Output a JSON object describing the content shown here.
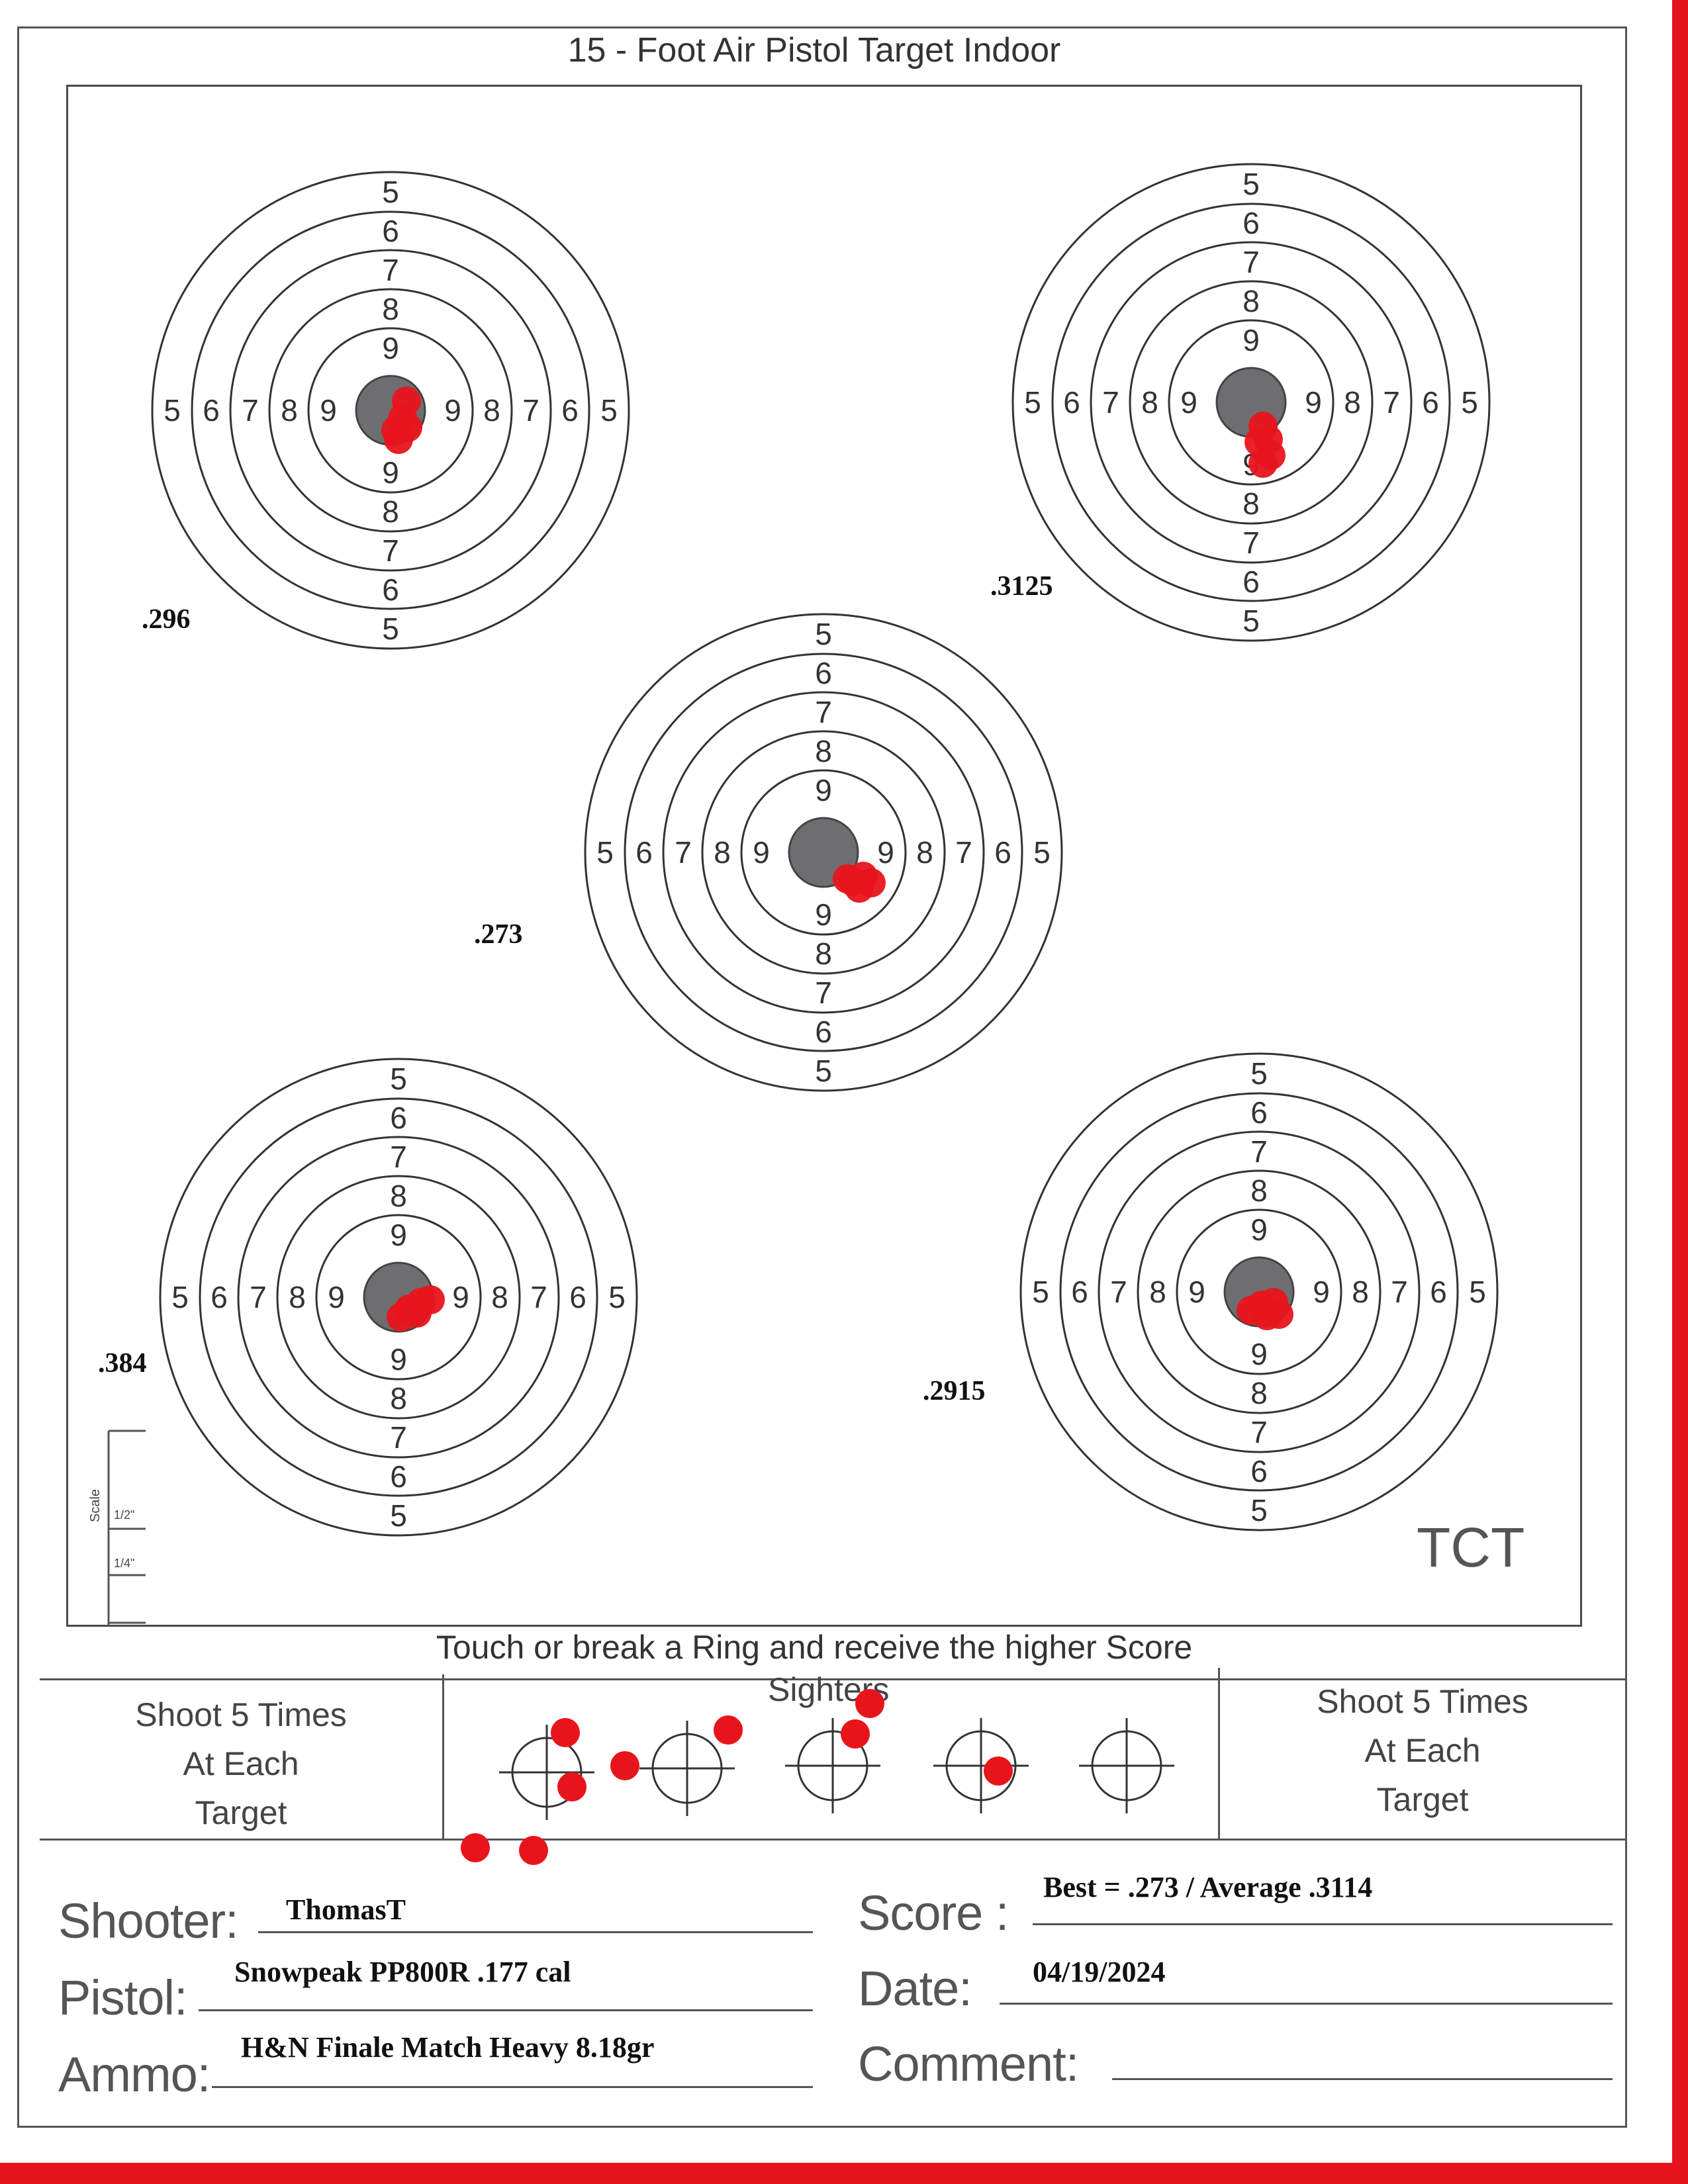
{
  "header": {
    "title": "15 - Foot Air Pistol Target Indoor"
  },
  "rings": {
    "vertical_top": [
      "5",
      "6",
      "7",
      "8",
      "9"
    ],
    "horizontal": [
      "5",
      "6",
      "7",
      "8",
      "9",
      "9",
      "8",
      "7",
      "6",
      "5"
    ],
    "vertical_bottom": [
      "9",
      "8",
      "7",
      "6",
      "5"
    ]
  },
  "targets": [
    {
      "group_size": ".296"
    },
    {
      "group_size": ".3125"
    },
    {
      "group_size": ".273"
    },
    {
      "group_size": ".384"
    },
    {
      "group_size": ".2915"
    }
  ],
  "brand": "TCT",
  "scale": {
    "label": "Scale",
    "ticks": [
      "1/2\"",
      "1/4\""
    ]
  },
  "rule_caption": "Touch or break a Ring and receive the higher Score",
  "shoot_box_left": [
    "Shoot 5 Times",
    "At Each",
    "Target"
  ],
  "shoot_box_right": [
    "Shoot 5 Times",
    "At Each",
    "Target"
  ],
  "sighters_label": "Sighters",
  "form": {
    "shooter_label": "Shooter:",
    "shooter_value": "ThomasT",
    "pistol_label": "Pistol:",
    "pistol_value": "Snowpeak PP800R .177 cal",
    "ammo_label": "Ammo:",
    "ammo_value": "H&N Finale Match Heavy 8.18gr",
    "score_label": "Score :",
    "score_value": "Best = .273 / Average .3114",
    "date_label": "Date:",
    "date_value": "04/19/2024",
    "comment_label": "Comment:",
    "comment_value": ""
  },
  "colors": {
    "ink": "#333333",
    "bull": "#6e6e70",
    "shot": "#e8141c",
    "edge": "#e5141a"
  }
}
